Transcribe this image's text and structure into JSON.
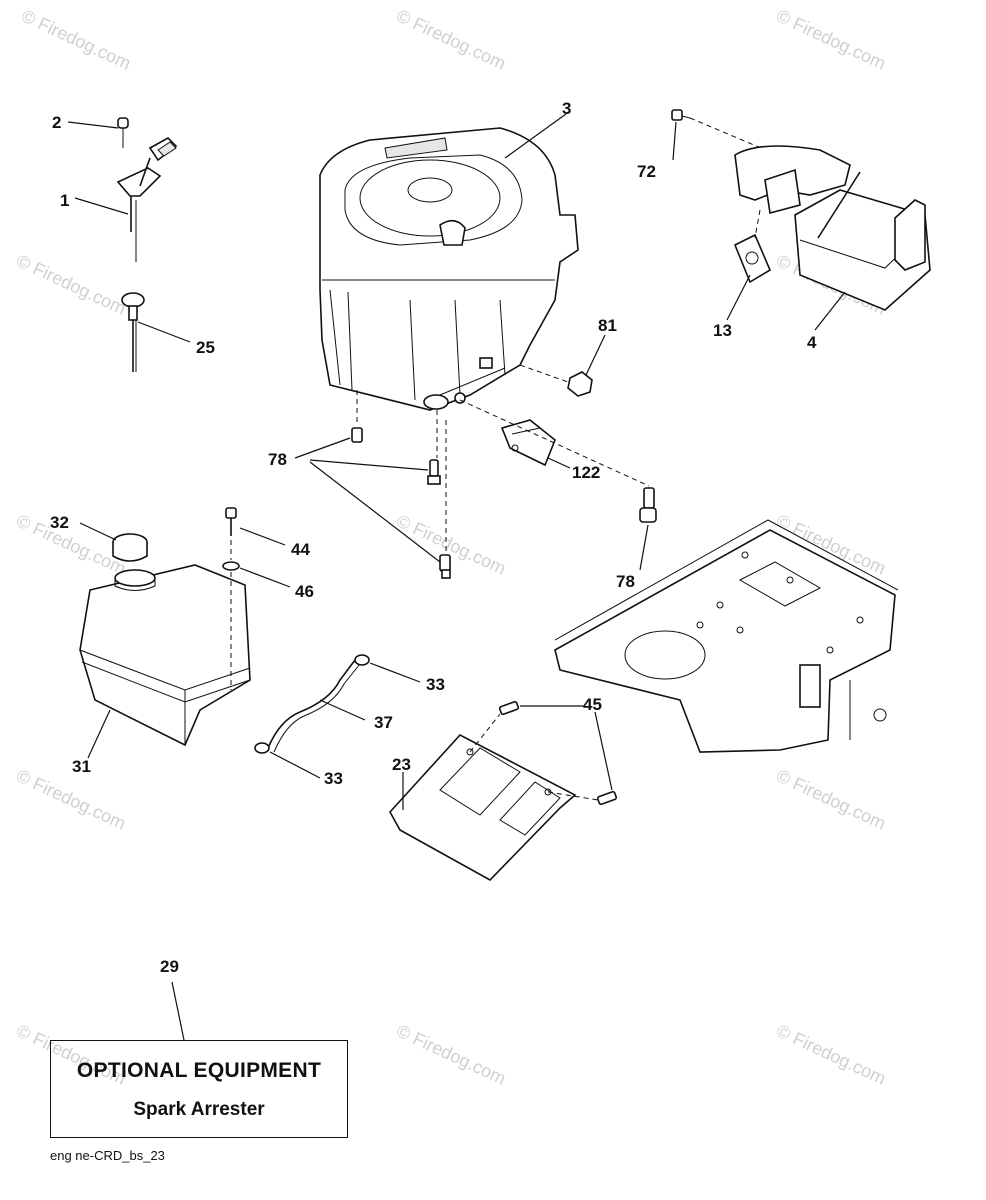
{
  "watermark": "© Firedog.com",
  "callouts": {
    "c1": "1",
    "c2": "2",
    "c3": "3",
    "c4": "4",
    "c13": "13",
    "c23": "23",
    "c25": "25",
    "c29": "29",
    "c31": "31",
    "c32": "32",
    "c33a": "33",
    "c33b": "33",
    "c37": "37",
    "c44": "44",
    "c45": "45",
    "c46": "46",
    "c72": "72",
    "c78a": "78",
    "c78b": "78",
    "c81": "81",
    "c122": "122"
  },
  "optional_box": {
    "title": "OPTIONAL EQUIPMENT",
    "subtitle": "Spark Arrester"
  },
  "footer_code": "eng ne-CRD_bs_23"
}
